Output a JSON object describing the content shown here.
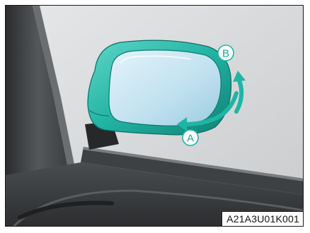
{
  "figure": {
    "code": "A21A3U01K001",
    "callouts": [
      {
        "letter": "A"
      },
      {
        "letter": "B"
      }
    ]
  },
  "colors": {
    "accent": "#1fb5a5",
    "mirror_glass": "#c6e4f2",
    "background": "#d4d6d8",
    "interior_dark": "#3a3d40"
  },
  "icons": {
    "arrow_a": "curved-arrow-left",
    "arrow_b": "curved-arrow-up"
  }
}
